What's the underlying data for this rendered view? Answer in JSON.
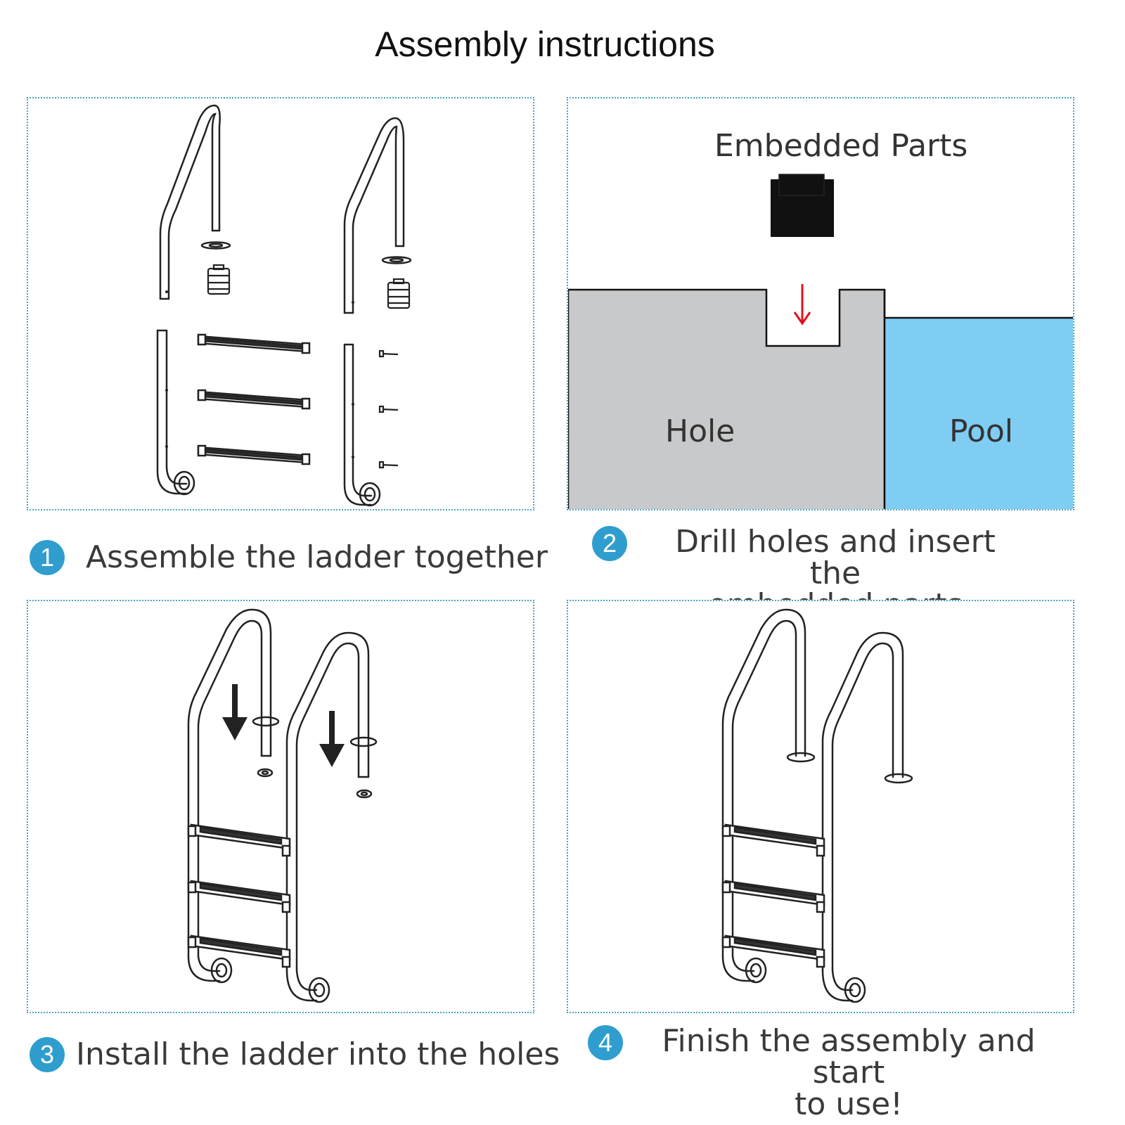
{
  "title": "Assembly instructions",
  "steps": [
    {
      "number": "1",
      "text": "Assemble the ladder together"
    },
    {
      "number": "2",
      "line1": "Drill holes and insert the",
      "line2": "embedded parts"
    },
    {
      "number": "3",
      "text": "Install the ladder into the holes"
    },
    {
      "number": "4",
      "line1": "Finish the assembly and start",
      "line2": "to use!"
    }
  ],
  "panel2": {
    "embedded_label": "Embedded Parts",
    "hole_label": "Hole",
    "pool_label": "Pool"
  },
  "colors": {
    "accent": "#2f9ecf",
    "border": "#4aa3c4",
    "ground": "#c8c9cb",
    "pool": "#7fcdf3",
    "arrow": "#e3101b",
    "part": "#111111"
  }
}
